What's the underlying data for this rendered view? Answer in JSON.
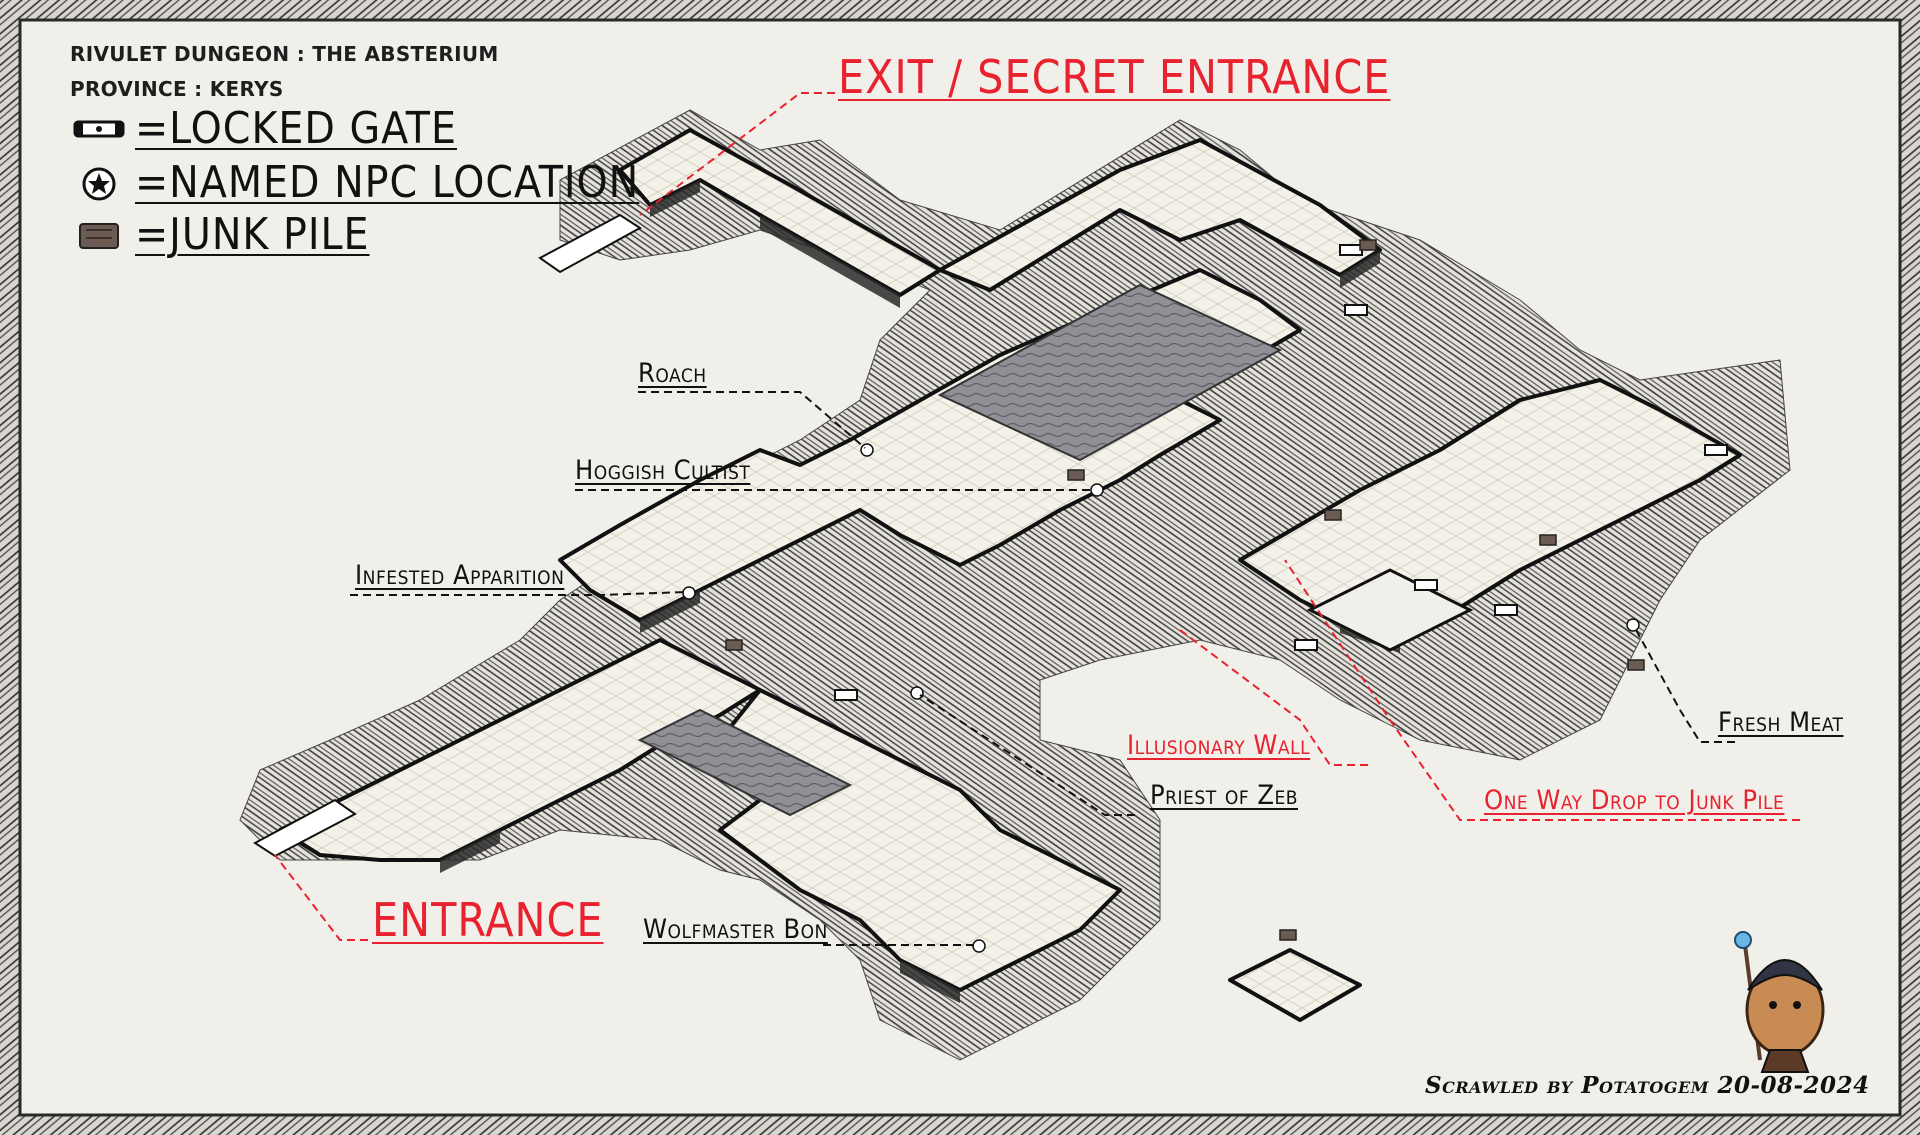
{
  "header": {
    "title": "RIVULET DUNGEON : THE ABSTERIUM",
    "province": "PROVINCE : KERYS"
  },
  "legend": {
    "items": [
      {
        "icon": "locked-gate-icon",
        "label": "=LOCKED GATE"
      },
      {
        "icon": "npc-star-icon",
        "label": "=NAMED NPC LOCATION"
      },
      {
        "icon": "junk-pile-icon",
        "label": "=JUNK PILE"
      }
    ]
  },
  "labels": {
    "exit": "EXIT / SECRET ENTRANCE",
    "entrance": "ENTRANCE",
    "roach": "Roach",
    "hoggish_cultist": "Hoggish Cultist",
    "infested_apparition": "Infested Apparition",
    "illusionary_wall": "Illusionary Wall",
    "priest_of_zeb": "Priest of Zeb",
    "one_way_drop": "One Way Drop to Junk Pile",
    "fresh_meat": "Fresh Meat",
    "wolfmaster_bon": "Wolfmaster Bon"
  },
  "credit": "Scrawled by Potatogem 20-08-2024",
  "colors": {
    "parchment": "#f1efea",
    "floor": "#f4f1e8",
    "grid": "#d8d3c6",
    "wall": "#1a1a1a",
    "water": "#8e8f93",
    "accent_red": "#e8232f",
    "hatching": "#6b6b6b"
  }
}
